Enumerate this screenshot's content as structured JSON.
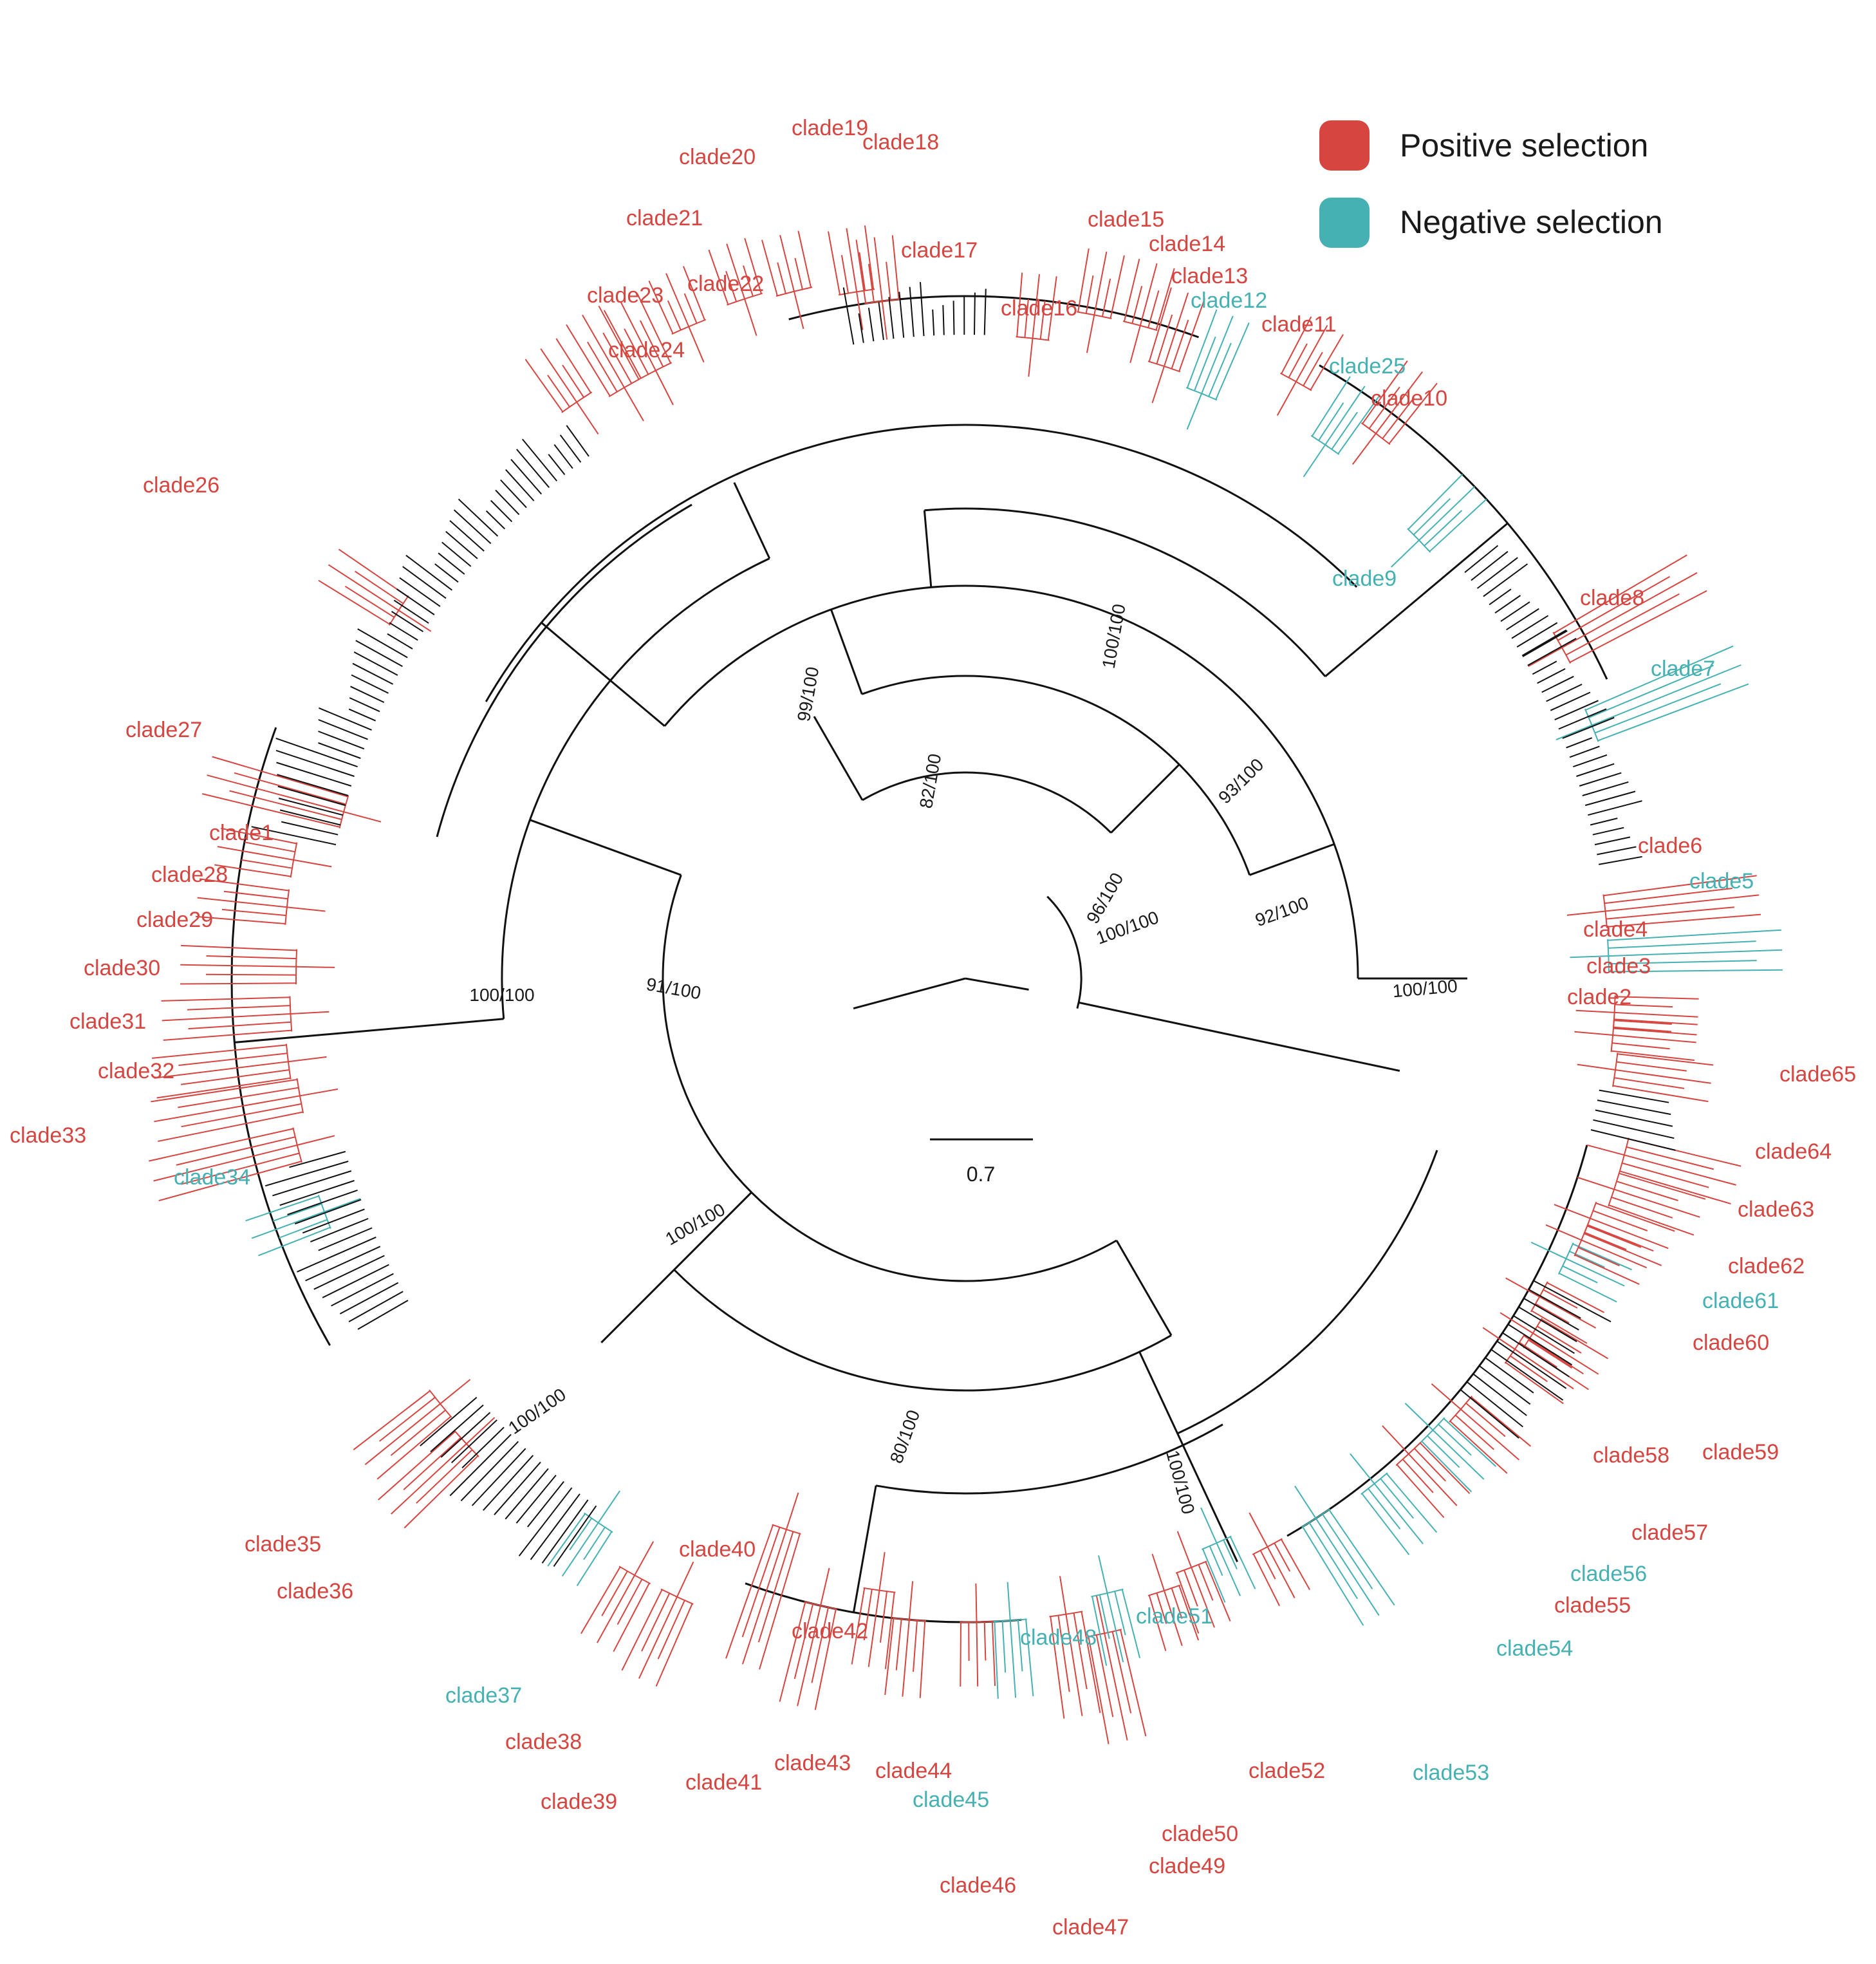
{
  "colors": {
    "positive": "#d64540",
    "negative": "#45b1b3",
    "neutral": "#111111"
  },
  "legend": {
    "positive_label": "Positive selection",
    "negative_label": "Negative selection"
  },
  "scale_bar": {
    "label": "0.7"
  },
  "support_values": [
    "82/100",
    "96/100",
    "100/100",
    "91/100",
    "100/100",
    "100/100",
    "99/100",
    "100/100",
    "93/100",
    "92/100",
    "100/100",
    "100/100",
    "80/100",
    "100/100"
  ],
  "clades": [
    {
      "label": "clade1",
      "selection": "positive"
    },
    {
      "label": "clade2",
      "selection": "positive"
    },
    {
      "label": "clade3",
      "selection": "positive"
    },
    {
      "label": "clade4",
      "selection": "positive"
    },
    {
      "label": "clade5",
      "selection": "negative"
    },
    {
      "label": "clade6",
      "selection": "positive"
    },
    {
      "label": "clade7",
      "selection": "negative"
    },
    {
      "label": "clade8",
      "selection": "positive"
    },
    {
      "label": "clade9",
      "selection": "negative"
    },
    {
      "label": "clade10",
      "selection": "positive"
    },
    {
      "label": "clade11",
      "selection": "positive"
    },
    {
      "label": "clade12",
      "selection": "negative"
    },
    {
      "label": "clade13",
      "selection": "positive"
    },
    {
      "label": "clade14",
      "selection": "positive"
    },
    {
      "label": "clade15",
      "selection": "positive"
    },
    {
      "label": "clade16",
      "selection": "positive"
    },
    {
      "label": "clade17",
      "selection": "positive"
    },
    {
      "label": "clade18",
      "selection": "positive"
    },
    {
      "label": "clade19",
      "selection": "positive"
    },
    {
      "label": "clade20",
      "selection": "positive"
    },
    {
      "label": "clade21",
      "selection": "positive"
    },
    {
      "label": "clade22",
      "selection": "positive"
    },
    {
      "label": "clade23",
      "selection": "positive"
    },
    {
      "label": "clade24",
      "selection": "positive"
    },
    {
      "label": "clade25",
      "selection": "negative"
    },
    {
      "label": "clade26",
      "selection": "positive"
    },
    {
      "label": "clade27",
      "selection": "positive"
    },
    {
      "label": "clade28",
      "selection": "positive"
    },
    {
      "label": "clade29",
      "selection": "positive"
    },
    {
      "label": "clade30",
      "selection": "positive"
    },
    {
      "label": "clade31",
      "selection": "positive"
    },
    {
      "label": "clade32",
      "selection": "positive"
    },
    {
      "label": "clade33",
      "selection": "positive"
    },
    {
      "label": "clade34",
      "selection": "negative"
    },
    {
      "label": "clade35",
      "selection": "positive"
    },
    {
      "label": "clade36",
      "selection": "positive"
    },
    {
      "label": "clade37",
      "selection": "negative"
    },
    {
      "label": "clade38",
      "selection": "positive"
    },
    {
      "label": "clade39",
      "selection": "positive"
    },
    {
      "label": "clade40",
      "selection": "positive"
    },
    {
      "label": "clade41",
      "selection": "positive"
    },
    {
      "label": "clade42",
      "selection": "positive"
    },
    {
      "label": "clade43",
      "selection": "positive"
    },
    {
      "label": "clade44",
      "selection": "positive"
    },
    {
      "label": "clade45",
      "selection": "negative"
    },
    {
      "label": "clade46",
      "selection": "positive"
    },
    {
      "label": "clade47",
      "selection": "positive"
    },
    {
      "label": "clade48",
      "selection": "negative"
    },
    {
      "label": "clade49",
      "selection": "positive"
    },
    {
      "label": "clade50",
      "selection": "positive"
    },
    {
      "label": "clade51",
      "selection": "negative"
    },
    {
      "label": "clade52",
      "selection": "positive"
    },
    {
      "label": "clade53",
      "selection": "negative"
    },
    {
      "label": "clade54",
      "selection": "negative"
    },
    {
      "label": "clade55",
      "selection": "positive"
    },
    {
      "label": "clade56",
      "selection": "negative"
    },
    {
      "label": "clade57",
      "selection": "positive"
    },
    {
      "label": "clade58",
      "selection": "positive"
    },
    {
      "label": "clade59",
      "selection": "positive"
    },
    {
      "label": "clade60",
      "selection": "positive"
    },
    {
      "label": "clade61",
      "selection": "negative"
    },
    {
      "label": "clade62",
      "selection": "positive"
    },
    {
      "label": "clade63",
      "selection": "positive"
    },
    {
      "label": "clade64",
      "selection": "positive"
    },
    {
      "label": "clade65",
      "selection": "positive"
    }
  ]
}
